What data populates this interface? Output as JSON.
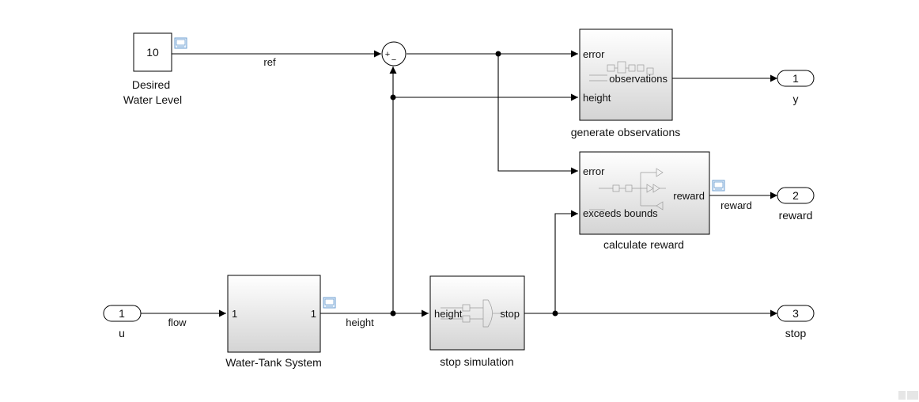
{
  "constant_block": {
    "value": "10",
    "name_line1": "Desired",
    "name_line2": "Water Level"
  },
  "sum_block": {
    "sign_plus": "+",
    "sign_minus": "−"
  },
  "signals": {
    "ref": "ref",
    "flow": "flow",
    "height": "height",
    "reward": "reward"
  },
  "water_tank": {
    "name": "Water-Tank System",
    "in_port": "1",
    "out_port": "1"
  },
  "stop_sim": {
    "name": "stop simulation",
    "in_port": "height",
    "out_port": "stop"
  },
  "gen_obs": {
    "name": "generate observations",
    "in_error": "error",
    "in_height": "height",
    "out": "observations"
  },
  "calc_reward": {
    "name": "calculate reward",
    "in_error": "error",
    "in_bounds": "exceeds bounds",
    "out": "reward"
  },
  "inports": [
    {
      "number": "1",
      "name": "u"
    }
  ],
  "outports": [
    {
      "number": "1",
      "name": "y"
    },
    {
      "number": "2",
      "name": "reward"
    },
    {
      "number": "3",
      "name": "stop"
    }
  ],
  "colors": {
    "line": "#000000",
    "block_top": "#ffffff",
    "block_bottom": "#d4d4d4",
    "scope_icon": "#6c9fd0"
  }
}
